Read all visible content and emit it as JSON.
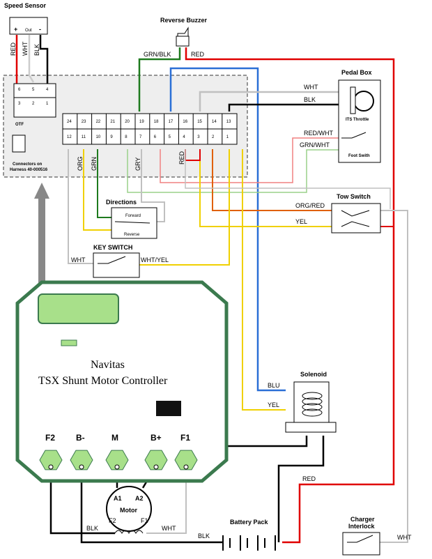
{
  "titles": {
    "speed_sensor": "Speed Sensor",
    "reverse_buzzer": "Reverse Buzzer",
    "pedal_box": "Pedal Box",
    "its_throttle": "ITS Throttle",
    "foot_switch": "Foot Swith",
    "directions": "Directions",
    "forward": "Forward",
    "reverse": "Reverse",
    "key_switch": "KEY SWITCH",
    "tow_switch": "Tow Switch",
    "solenoid": "Solenoid",
    "battery_pack": "Battery Pack",
    "charger_interlock_1": "Charger",
    "charger_interlock_2": "Interlock",
    "motor": "Motor",
    "otf": "OTF",
    "connectors_1": "Connectors on",
    "connectors_2": "Harness 40-000516",
    "controller_line1": "Navitas",
    "controller_line2": "TSX Shunt Motor Controller"
  },
  "speed_sensor": {
    "plus": "+",
    "out": "Out",
    "minus": "-"
  },
  "wire_labels": {
    "red_ss": "RED",
    "wht_ss": "WHT",
    "blk_ss": "BLK",
    "grn_blk": "GRN/BLK",
    "red_buzzer": "RED",
    "wht_pedal": "WHT",
    "blk_pedal": "BLK",
    "red_wht": "RED/WHT",
    "grn_wht": "GRN/WHT",
    "org": "ORG",
    "grn": "GRN",
    "gry": "GRY",
    "red_conn": "RED",
    "org_red": "ORG/RED",
    "yel_tow": "YEL",
    "wht_key": "WHT",
    "wht_yel": "WHT/YEL",
    "blu": "BLU",
    "yel_sol": "YEL",
    "red_batt": "RED",
    "blk_f2": "BLK",
    "wht_f1": "WHT",
    "blk_batt": "BLK",
    "wht_charger": "WHT"
  },
  "connector_small": {
    "top": [
      "6",
      "5",
      "4"
    ],
    "bottom": [
      "3",
      "2",
      "1"
    ]
  },
  "connector_large": {
    "top": [
      "24",
      "23",
      "22",
      "21",
      "20",
      "19",
      "18",
      "17",
      "16",
      "15",
      "14",
      "13"
    ],
    "bottom": [
      "12",
      "11",
      "10",
      "9",
      "8",
      "7",
      "6",
      "5",
      "4",
      "3",
      "2",
      "1"
    ]
  },
  "terminals": [
    "F2",
    "B-",
    "M",
    "B+",
    "F1"
  ],
  "motor_terms": {
    "a1": "A1",
    "a2": "A2",
    "f2": "F2",
    "f1": "F1"
  },
  "colors": {
    "red": "#e00000",
    "blue": "#2a6fd6",
    "green": "#2a8a2a",
    "yellow": "#f0d000",
    "orange": "#e06000",
    "gray": "#b0b0b0",
    "border": "#3b7a4e",
    "lightgreen": "#a8e08a"
  }
}
